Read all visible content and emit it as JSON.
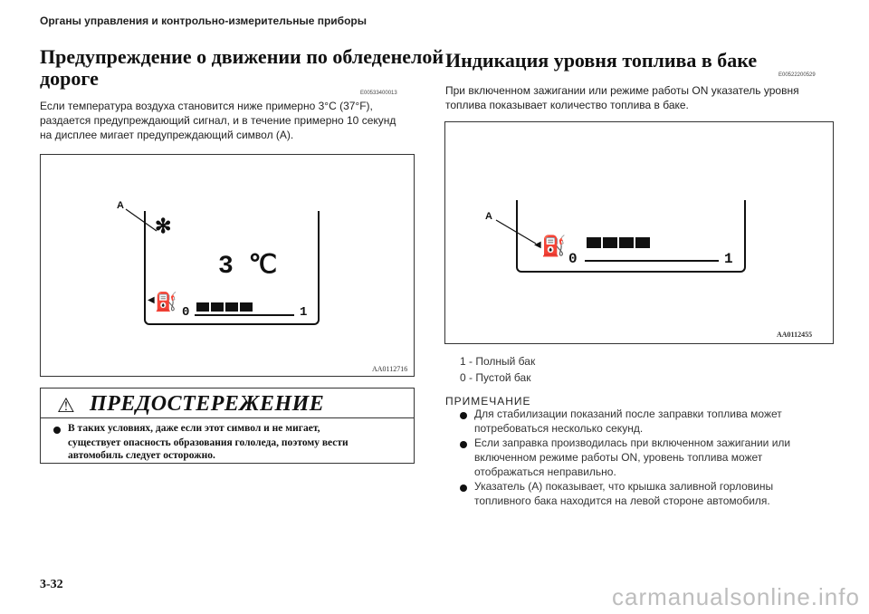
{
  "header": {
    "section_title": "Органы управления и контрольно-измерительные приборы"
  },
  "left": {
    "title_line1": "Предупреждение о движении по обледенелой",
    "title_line2": "дороге",
    "code": "E00533400013",
    "para_line1": "Если температура воздуха становится ниже примерно 3°C (37°F),",
    "para_line2": "раздается предупреждающий сигнал, и в течение примерно 10 секунд",
    "para_line3": "на дисплее мигает предупреждающий символ (A).",
    "figure": {
      "label_a": "A",
      "temp_display": "3 ℃",
      "gauge_zero": "0",
      "gauge_one": "1",
      "fuel_level_segments": 4,
      "code": "AA0112716"
    },
    "warning": {
      "title": "ПРЕДОСТЕРЕЖЕНИЕ",
      "line1": "В таких условиях, даже если этот символ и не мигает,",
      "line2": "существует опасность образования гололеда, поэтому вести",
      "line3": "автомобиль следует осторожно."
    }
  },
  "right": {
    "title": "Индикация уровня топлива в баке",
    "code": "E00522200529",
    "para_line1": "При включенном зажигании или режиме работы ON указатель уровня",
    "para_line2": "топлива показывает количество топлива в баке.",
    "figure": {
      "label_a": "A",
      "gauge_zero": "0",
      "gauge_one": "1",
      "fuel_level_segments": 4,
      "code": "AA0112455"
    },
    "legend": [
      {
        "key": "1 -",
        "text": "Полный бак"
      },
      {
        "key": "0 -",
        "text": "Пустой бак"
      }
    ],
    "note": {
      "title": "ПРИМЕЧАНИЕ",
      "items": [
        {
          "line1": "Для стабилизации показаний после заправки топлива может",
          "line2": "потребоваться несколько секунд."
        },
        {
          "line1": "Если заправка производилась при включенном зажигании или",
          "line2": "включенном режиме работы ON, уровень топлива может",
          "line3": "отображаться неправильно."
        },
        {
          "line1": "Указатель (A) показывает, что крышка заливной горловины",
          "line2": "топливного бака находится на левой стороне автомобиля."
        }
      ]
    }
  },
  "footer": {
    "page_number": "3-32",
    "watermark": "carmanualsonline.info"
  }
}
